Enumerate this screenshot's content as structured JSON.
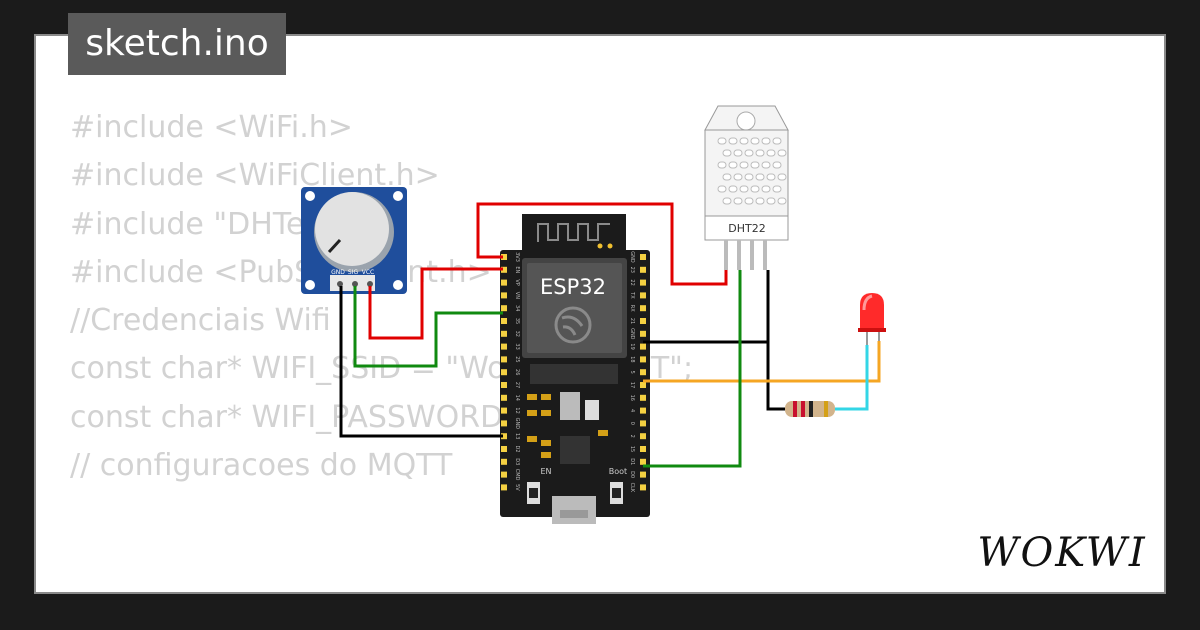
{
  "editor": {
    "file_name": "sketch.ino",
    "code_lines": [
      "#include <WiFi.h>",
      "#include <WiFiClient.h>",
      "#include \"DHTesp.h\"",
      "#include <PubSubClient.h>",
      "",
      "//Credenciais Wifi",
      "const char* WIFI_SSID = \"Wokwi-GUEST\";",
      "const char* WIFI_PASSWORD = \"\";",
      "",
      "",
      "// configuracoes do MQTT"
    ]
  },
  "components": {
    "potentiometer": {
      "pin_gnd": "GND",
      "pin_sig": "SIG",
      "pin_vcc": "VCC"
    },
    "esp32": {
      "label": "ESP32",
      "en_label": "EN",
      "boot_label": "Boot",
      "left_pins": [
        "3V3",
        "EN",
        "VP",
        "VN",
        "34",
        "35",
        "32",
        "33",
        "25",
        "26",
        "27",
        "14",
        "12",
        "GND",
        "13",
        "D2",
        "D3",
        "CMD",
        "5V"
      ],
      "right_pins": [
        "GND",
        "23",
        "22",
        "TX",
        "RX",
        "21",
        "GND",
        "19",
        "18",
        "5",
        "17",
        "16",
        "4",
        "0",
        "2",
        "15",
        "D1",
        "D0",
        "CLK"
      ]
    },
    "dht22": {
      "label": "DHT22"
    },
    "led": {
      "color": "red"
    },
    "resistor": {}
  },
  "colors": {
    "wire_red": "#e00000",
    "wire_green": "#108a10",
    "wire_black": "#000000",
    "wire_orange": "#f5a623",
    "wire_cyan": "#33d6e6",
    "board": "#1b1b1b",
    "pin_gold": "#f5d142",
    "pot_blue": "#1f4e9c",
    "led_red": "#ff2a2a"
  },
  "brand": {
    "logo_text": "WOKWI"
  }
}
